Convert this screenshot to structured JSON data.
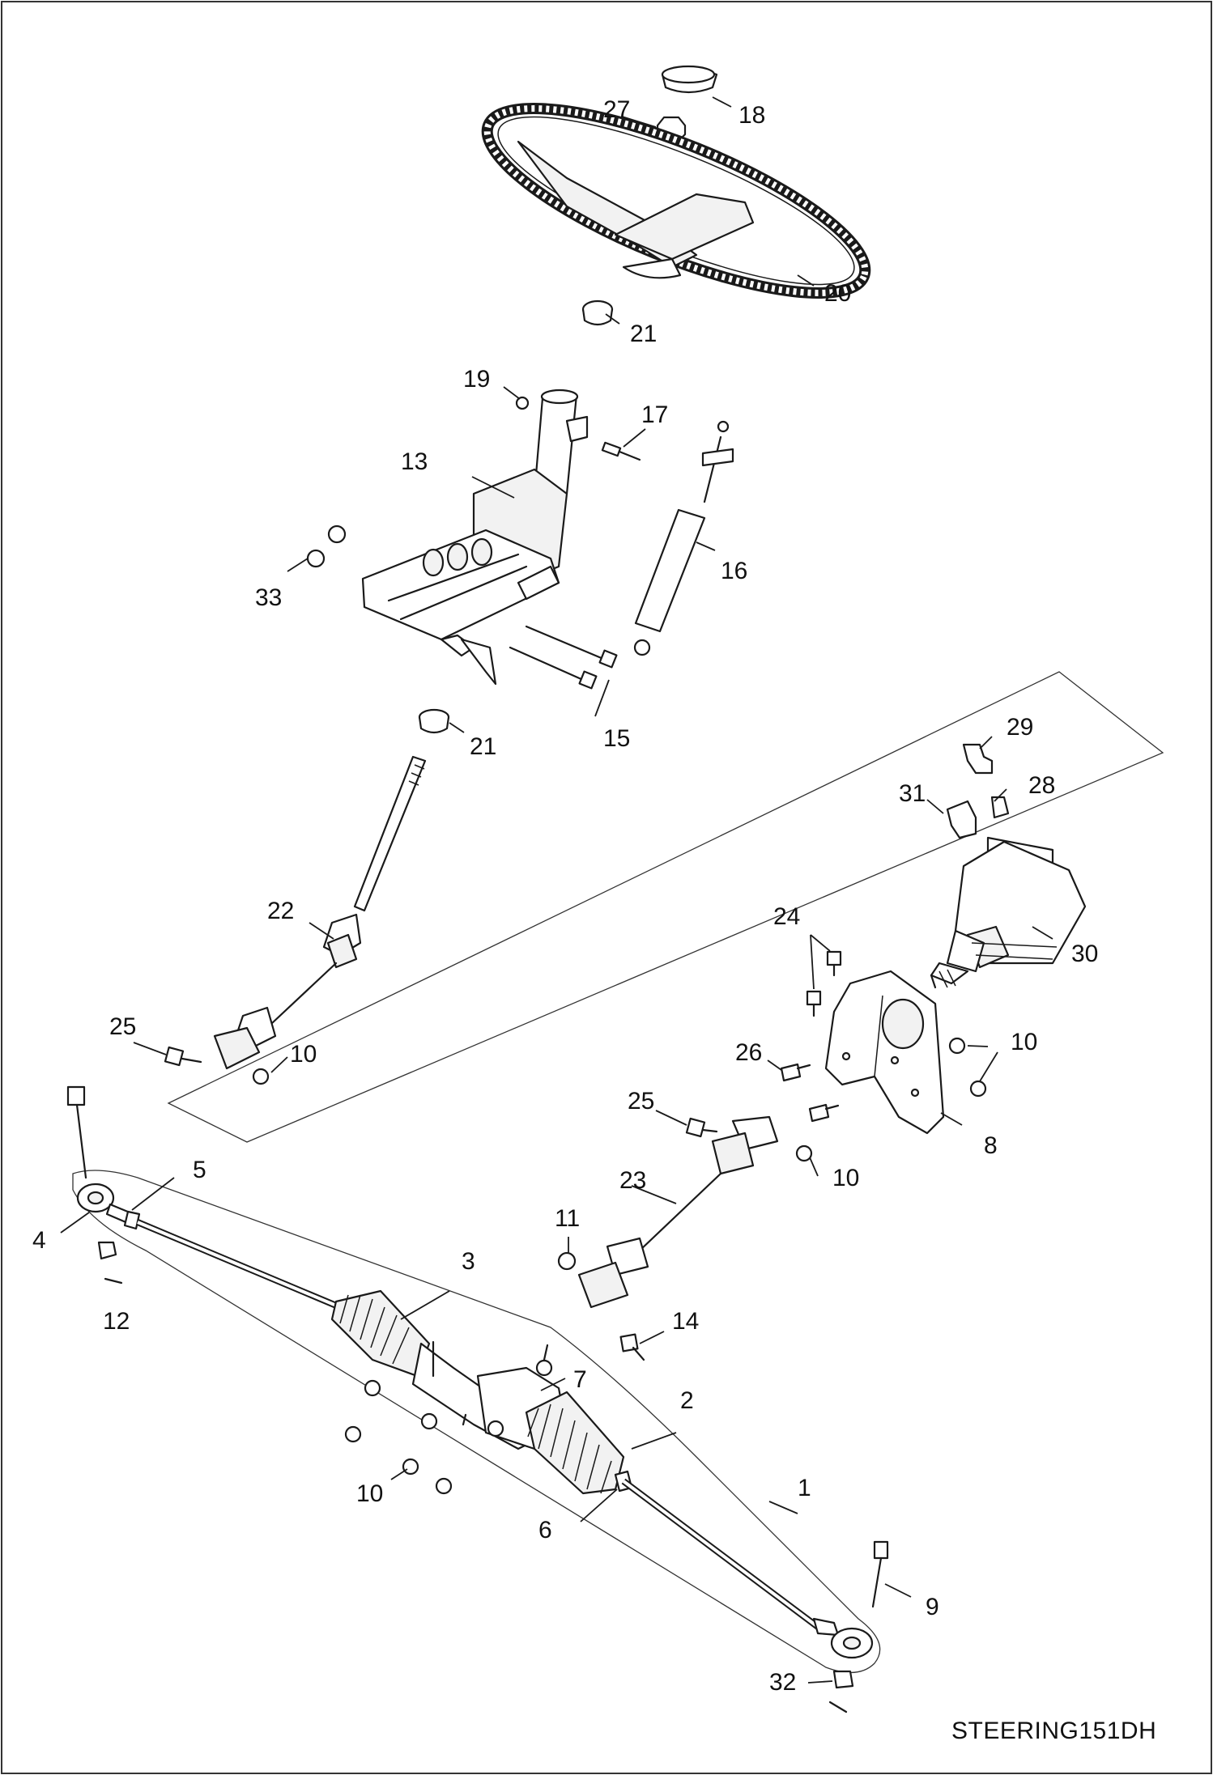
{
  "diagram": {
    "caption": "STEERING151DH",
    "callouts": [
      "1",
      "2",
      "3",
      "4",
      "5",
      "6",
      "7",
      "8",
      "9",
      "10",
      "11",
      "12",
      "13",
      "14",
      "15",
      "16",
      "17",
      "18",
      "19",
      "20",
      "21",
      "22",
      "23",
      "24",
      "25",
      "26",
      "27",
      "28",
      "29",
      "30",
      "31",
      "32",
      "33"
    ]
  }
}
